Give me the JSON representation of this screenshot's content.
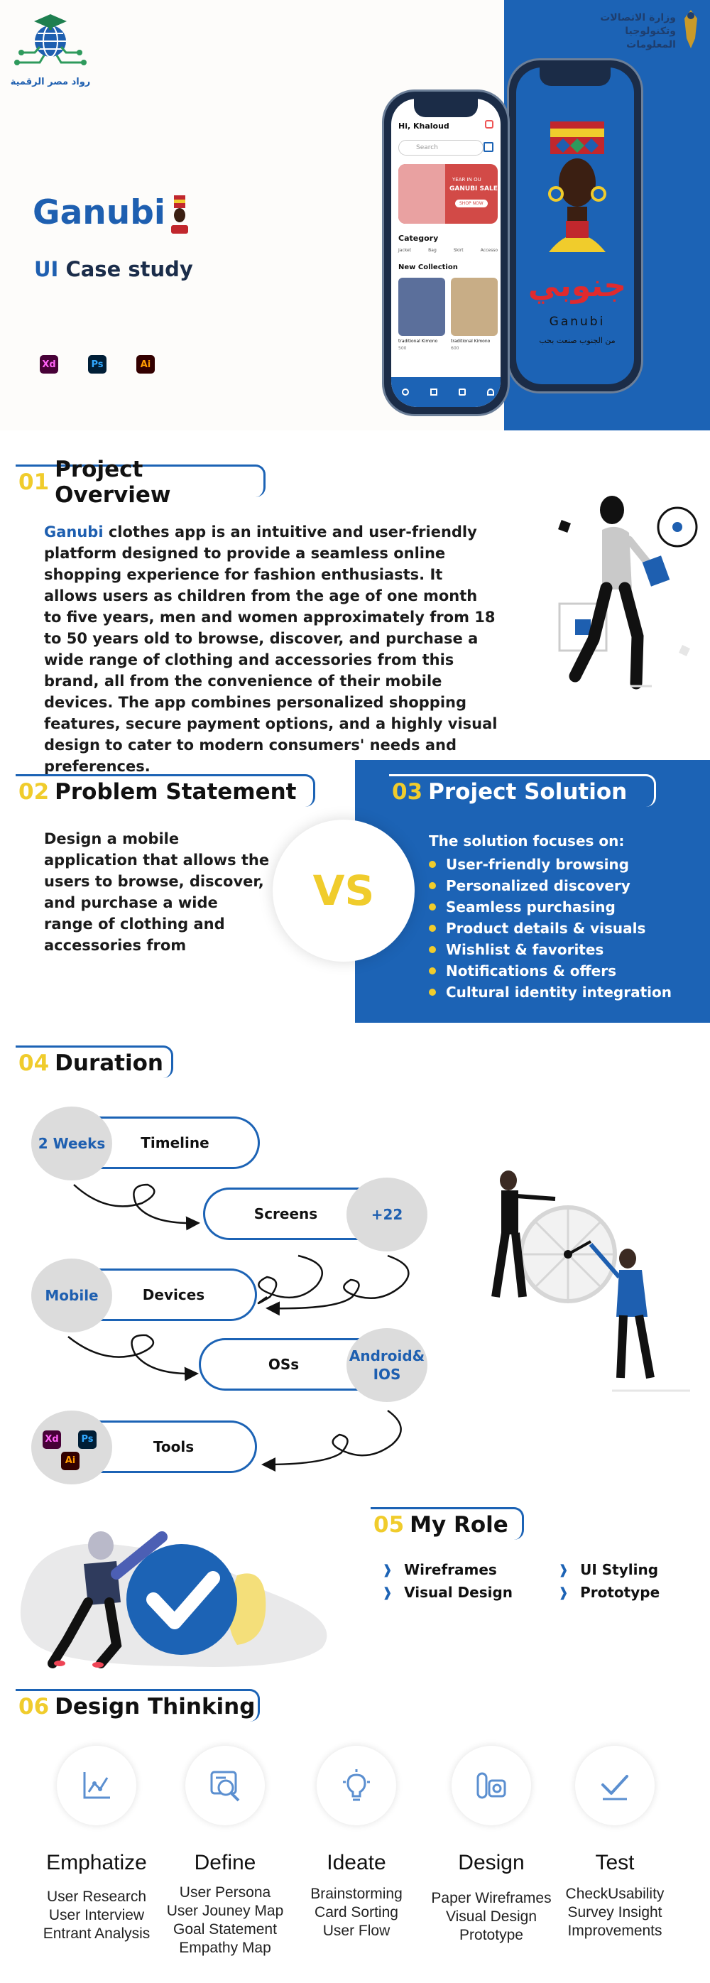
{
  "hero": {
    "org_logo_text": "رواد مصر الرقمية",
    "ministry_text_line1": "وزارة الاتصالات",
    "ministry_text_line2": "وتكنولوجيا المعلومات",
    "title": "Ganubi",
    "subtitle_ui": "UI",
    "subtitle_rest": "Case study",
    "tools": [
      "Xd",
      "Ps",
      "Ai"
    ],
    "brand_arabic": "جنوبي",
    "brand_latin": "Ganubi",
    "brand_tagline": "من الجنوب صنعت بحب",
    "mock_greeting": "Hi, Khaloud",
    "mock_search": "Search",
    "mock_banner_line1": "YEAR IN OU",
    "mock_banner_line2": "GANUBI SALE",
    "mock_banner_btn": "SHOP NOW",
    "mock_category": "Category",
    "mock_categories": [
      "Jacket",
      "Bag",
      "Skirt",
      "Accesso"
    ],
    "mock_new_collection": "New Collection",
    "mock_item1": "traditional Kimono",
    "mock_item2": "traditional Kimono",
    "mock_price1": "500",
    "mock_price2": "600"
  },
  "overview": {
    "num": "01",
    "title": "Project Overview",
    "brand": "Ganubi",
    "text": " clothes app is an intuitive and user-friendly platform designed to provide a seamless online shopping experience for fashion enthusiasts. It allows users as children from the age of one month to five years, men and women approximately from 18 to 50 years old to browse, discover, and purchase a wide range of clothing and accessories from this brand, all from the convenience of their mobile devices. The app combines personalized shopping features, secure payment options, and a highly visual design to cater to modern consumers' needs and preferences."
  },
  "problem": {
    "num": "02",
    "title": "Problem Statement",
    "text": "Design a mobile application that allows the users to browse, discover, and purchase a wide range of clothing and accessories from"
  },
  "vs": "VS",
  "solution": {
    "num": "03",
    "title": "Project Solution",
    "intro": "The solution focuses on:",
    "items": [
      "User-friendly browsing",
      "Personalized discovery",
      "Seamless purchasing",
      "Product details & visuals",
      "Wishlist & favorites",
      "Notifications & offers",
      "Cultural identity integration"
    ]
  },
  "duration": {
    "num": "04",
    "title": "Duration",
    "rows": [
      {
        "label": "Timeline",
        "value": "2 Weeks"
      },
      {
        "label": "Screens",
        "value": "+22"
      },
      {
        "label": "Devices",
        "value": "Mobile"
      },
      {
        "label": "OSs",
        "value": "Android& IOS"
      },
      {
        "label": "Tools",
        "value": ""
      }
    ],
    "tools": [
      "Xd",
      "Ps",
      "Ai"
    ]
  },
  "role": {
    "num": "05",
    "title": "My Role",
    "items": [
      "Wireframes",
      "UI Styling",
      "Visual Design",
      "Prototype"
    ]
  },
  "thinking": {
    "num": "06",
    "title": "Design Thinking",
    "stages": [
      {
        "title": "Emphatize",
        "lines": [
          "User Research",
          "User Interview",
          "Entrant Analysis"
        ],
        "icon": "chart-icon"
      },
      {
        "title": "Define",
        "lines": [
          "User Persona",
          "User Jouney Map",
          "Goal Statement",
          "Empathy Map"
        ],
        "icon": "search-doc-icon"
      },
      {
        "title": "Ideate",
        "lines": [
          "Brainstorming",
          "Card Sorting",
          "User Flow"
        ],
        "icon": "lightbulb-icon"
      },
      {
        "title": "Design",
        "lines": [
          "Paper Wireframes",
          "Visual Design",
          "Prototype"
        ],
        "icon": "design-tools-icon"
      },
      {
        "title": "Test",
        "lines": [
          "CheckUsability",
          "Survey Insight",
          "Improvements"
        ],
        "icon": "check-icon"
      }
    ]
  },
  "colors": {
    "brand_blue": "#1c63b5",
    "accent_yellow": "#f0cc2c",
    "bubble_gray": "#dcdcdc"
  }
}
